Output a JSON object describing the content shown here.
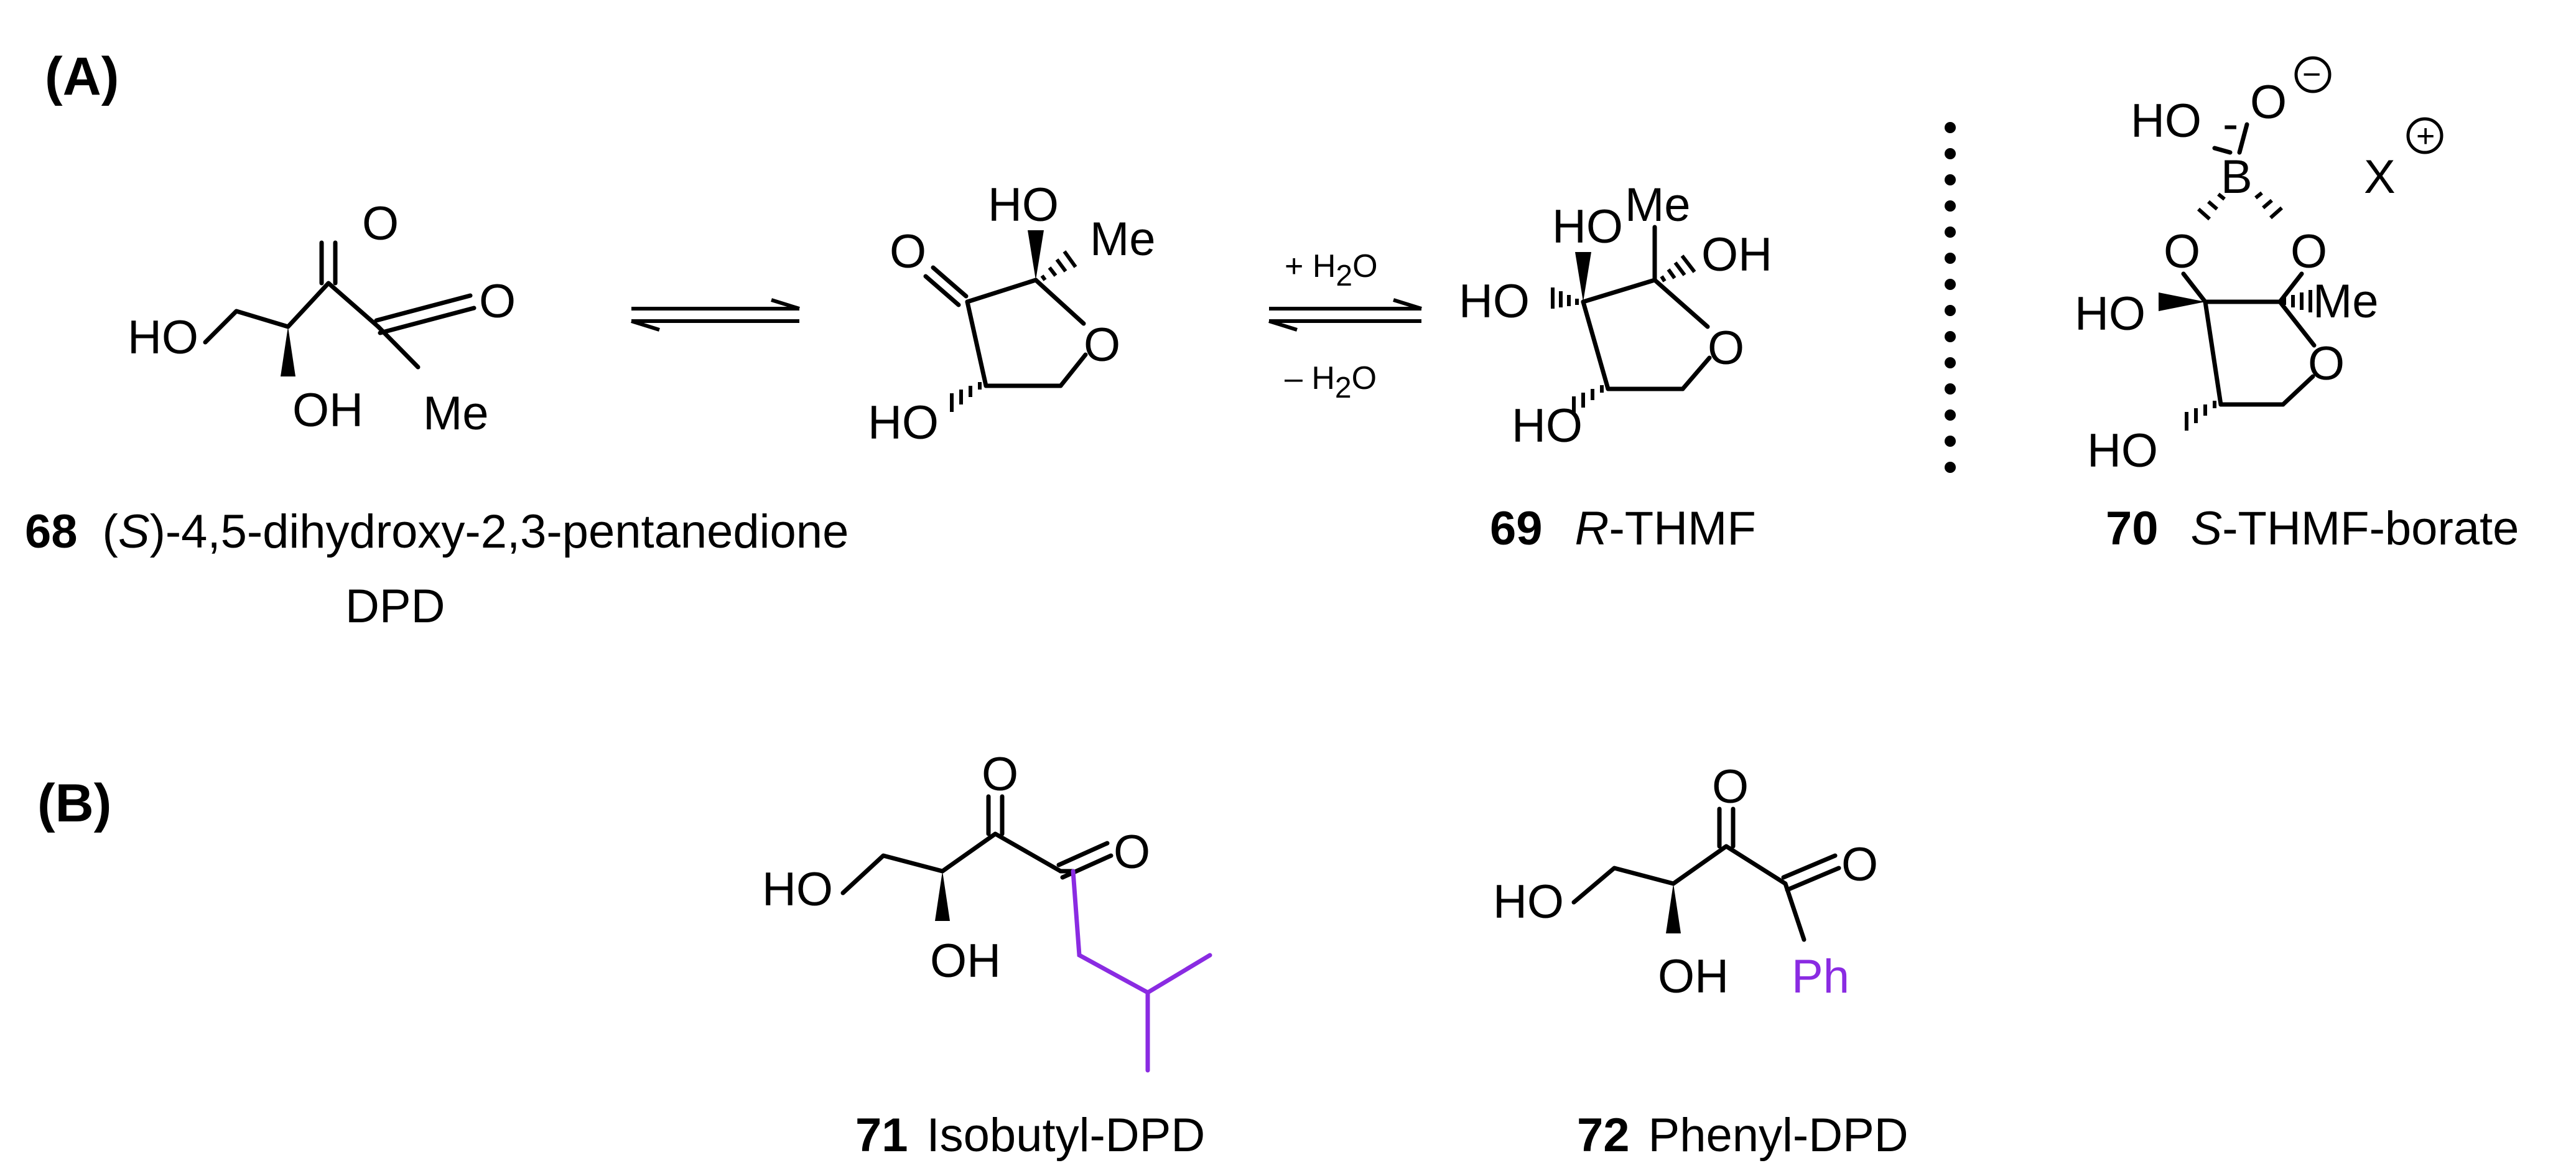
{
  "panels": {
    "a": "(A)",
    "b": "(B)"
  },
  "atoms": {
    "O": "O",
    "HO": "HO",
    "OH": "OH",
    "Me": "Me",
    "B": "B",
    "X": "X",
    "Ph": "Ph",
    "minus": "-",
    "plus_circle": "+",
    "minus_circle": "−"
  },
  "arrows": {
    "plus_h2o": "+ H",
    "minus_h2o": "– H",
    "two": "2",
    "o": "O"
  },
  "compounds": [
    {
      "number": "68",
      "paren_open": "(",
      "stereo": "S",
      "paren_rest": ")-4,5-dihydroxy-2,3-pentanedione",
      "abbrev": "DPD"
    },
    {
      "number": "69",
      "stereo": "R",
      "name": "-THMF"
    },
    {
      "number": "70",
      "stereo": "S",
      "name": "-THMF-borate"
    },
    {
      "number": "71",
      "name": "Isobutyl-DPD"
    },
    {
      "number": "72",
      "name": "Phenyl-DPD"
    }
  ],
  "colors": {
    "ink": "#000000",
    "highlight": "#8A2BE2"
  }
}
